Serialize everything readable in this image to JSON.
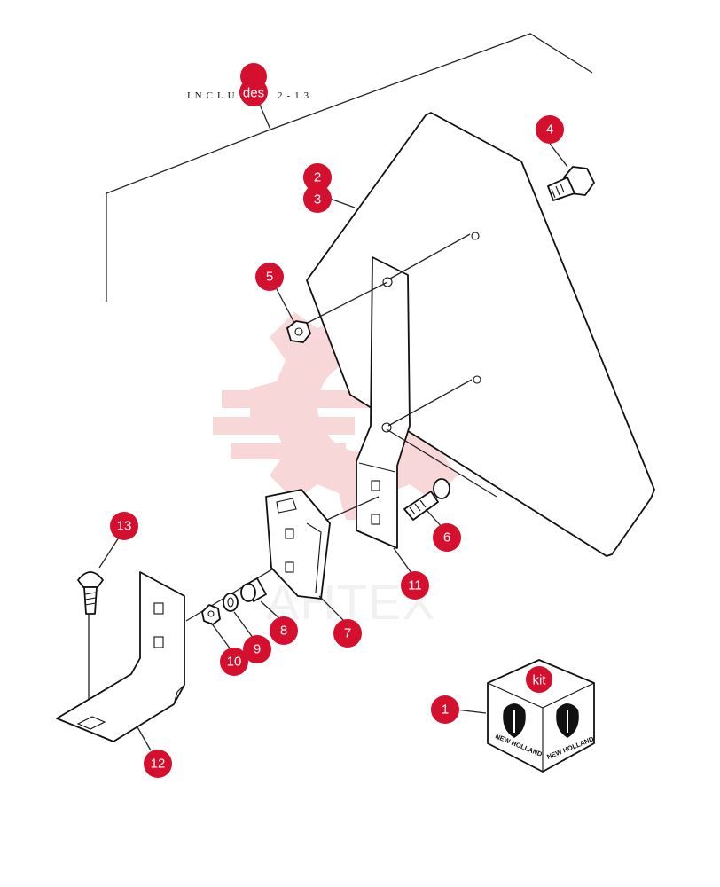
{
  "note": {
    "prefix": "INCLU",
    "badge": "des",
    "suffix": "2-13"
  },
  "watermark": {
    "text": "AHTEX",
    "color": "#f2b8b8"
  },
  "kit_box": {
    "badge": "kit",
    "brand_left": "NEW HOLLAND",
    "brand_right": "NEW HOLLAND"
  },
  "callouts": {
    "c1": "1",
    "c2": "2",
    "c3": "3",
    "c4": "4",
    "c5": "5",
    "c6": "6",
    "c7": "7",
    "c8": "8",
    "c9": "9",
    "c10": "10",
    "c11": "11",
    "c12": "12",
    "c13": "13"
  },
  "colors": {
    "callout": "#d5102f",
    "line": "#111111"
  }
}
